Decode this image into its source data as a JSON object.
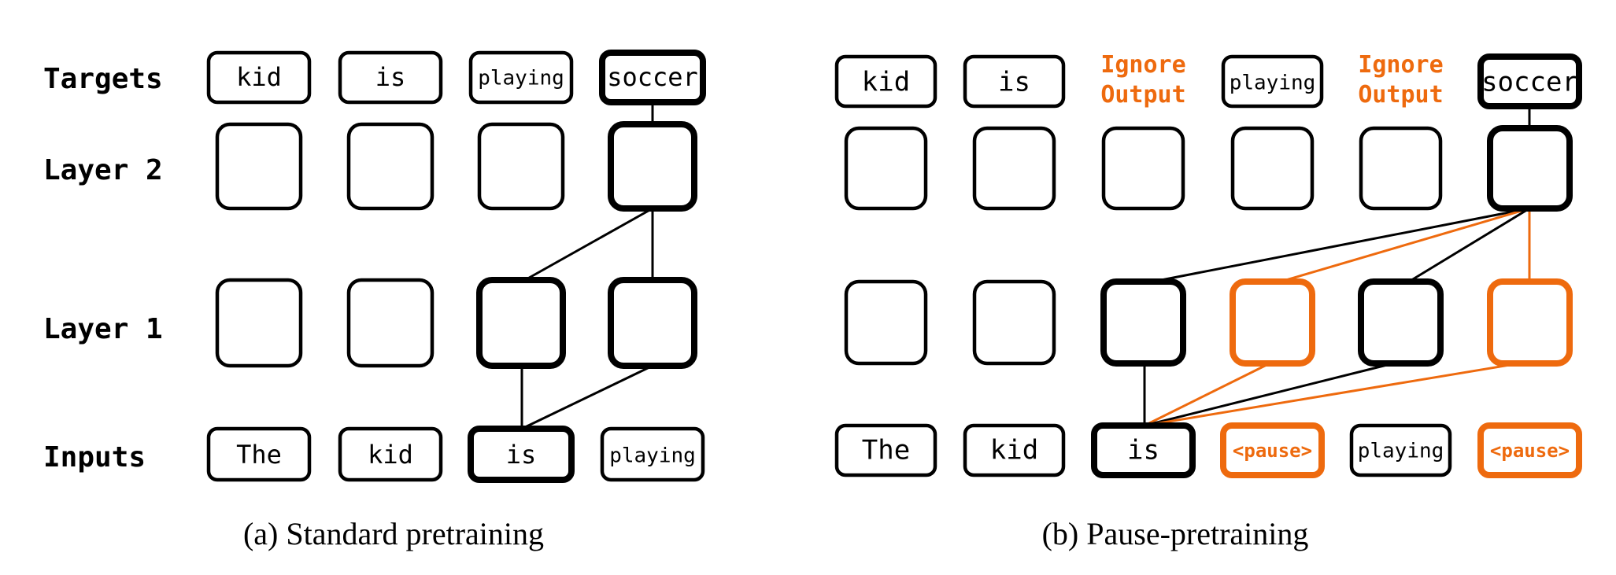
{
  "colors": {
    "black": "#000000",
    "accent": "#EE6A0E"
  },
  "panel_a": {
    "caption": "(a) Standard pretraining",
    "row_labels": {
      "targets": "Targets",
      "layer2": "Layer 2",
      "layer1": "Layer 1",
      "inputs": "Inputs"
    },
    "targets": [
      "kid",
      "is",
      "playing",
      "soccer"
    ],
    "inputs": [
      "The",
      "kid",
      "is",
      "playing"
    ]
  },
  "panel_b": {
    "caption": "(b) Pause-pretraining",
    "targets": [
      "kid",
      "is",
      "Ignore\nOutput",
      "playing",
      "Ignore\nOutput",
      "soccer"
    ],
    "inputs": [
      "The",
      "kid",
      "is",
      "<pause>",
      "playing",
      "<pause>"
    ]
  }
}
